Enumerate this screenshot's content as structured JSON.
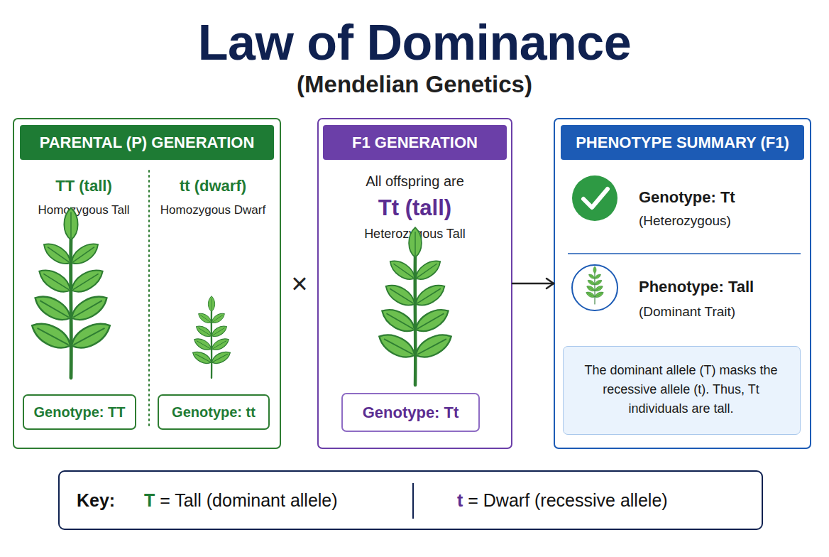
{
  "diagram": {
    "title": "Law of Dominance",
    "nodes": [
      {
        "text": [
          "PARENTAL (P) GENERATION",
          "TT (tall)",
          "Homozygous Tall",
          "tt (dwarf)",
          "Homozygous Dwarf"
        ]
      },
      {
        "text": [
          "Genotype: TT"
        ],
        "in": 0
      },
      {
        "text": [
          "Genotype: tt"
        ],
        "in": 0
      },
      {
        "text": [
          "F1 GENERATION",
          "All offspring are",
          "Tt (tall)",
          "Heterozygous Tall"
        ]
      },
      {
        "text": [
          "Genotype: Tt"
        ],
        "in": 3
      },
      {
        "text": [
          "PHENOTYPE SUMMARY (F1)",
          "Genotype: Tt",
          "(Heterozygous)",
          "Phenotype: Tall",
          "(Dominant Trait)"
        ]
      },
      {
        "text": [
          "The dominant allele (T) masks the recessive allele (t). Thus, Tt individuals are tall."
        ],
        "in": 5
      },
      {
        "text": [
          "Key:",
          "T = Tall (dominant allele)",
          "t = Dwarf (recessive allele)"
        ]
      }
    ],
    "edges": [
      {
        "from": 3,
        "to": 5,
        "arrow": "to"
      }
    ],
    "labels": [
      "(Mendelian Genetics)",
      "×"
    ]
  }
}
